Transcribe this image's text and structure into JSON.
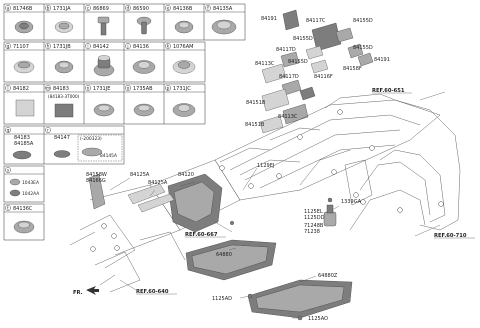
{
  "parts_grid": {
    "row1": [
      {
        "letter": "a",
        "code": "81746B"
      },
      {
        "letter": "b",
        "code": "1731JA"
      },
      {
        "letter": "c",
        "code": "86869"
      },
      {
        "letter": "d",
        "code": "86590"
      },
      {
        "letter": "e",
        "code": "84136B"
      },
      {
        "letter": "f",
        "code": "84135A"
      }
    ],
    "row2": [
      {
        "letter": "g",
        "code": "71107"
      },
      {
        "letter": "h",
        "code": "1731JB"
      },
      {
        "letter": "i",
        "code": "84142"
      },
      {
        "letter": "j",
        "code": "84136"
      },
      {
        "letter": "k",
        "code": "1076AM"
      }
    ],
    "row3": [
      {
        "letter": "l",
        "code": "84182"
      },
      {
        "letter": "m",
        "code": "84183",
        "sub": "(84183-3T000)"
      },
      {
        "letter": "n",
        "code": "1731JE"
      },
      {
        "letter": "o",
        "code": "1735AB"
      },
      {
        "letter": "p",
        "code": "1731JC"
      }
    ],
    "q": {
      "letter": "q",
      "codes": [
        "84183",
        "84185A"
      ]
    },
    "r": {
      "letter": "r",
      "codes": [
        "84147"
      ],
      "note": "(-200323)",
      "inner": "84145A"
    },
    "s": {
      "letter": "s",
      "codes": [
        "1043EA",
        "1042AA"
      ]
    },
    "t": {
      "letter": "t",
      "code": "84136C"
    }
  },
  "callouts": {
    "p84191a": "84191",
    "p84117c": "84117C",
    "p84155d_a": "84155D",
    "p84155d_b": "84155D",
    "p84155d_c": "84155D",
    "p84155d_d": "84155D",
    "p84191b": "84191",
    "p84158f": "84158F",
    "p84117d_a": "84117D",
    "p84113c_a": "84113C",
    "p84117d_b": "84117D",
    "p84116f": "84116F",
    "p84151b_a": "84151B",
    "p84113c_b": "84113C",
    "p84151b_b": "84151B",
    "p1129ej": "1129EJ",
    "p84158w": "84158W",
    "p84166g": "84166G",
    "p84125a_a": "84125A",
    "p84125a_b": "84125A",
    "p84120": "84120",
    "p1339ga": "1339GA",
    "p1125el": "1125EL",
    "p1125dd": "1125DD",
    "p71248b": "71248B",
    "p71238": "71238",
    "p64880": "64880",
    "p64880z": "64880Z",
    "p1125ad": "1125AD",
    "p1125ao": "1125AO"
  },
  "refs": {
    "ref651": "REF.60-651",
    "ref667": "REF.60-667",
    "ref710": "REF.60-710",
    "ref640": "REF.60-640"
  },
  "fr_label": "FR."
}
